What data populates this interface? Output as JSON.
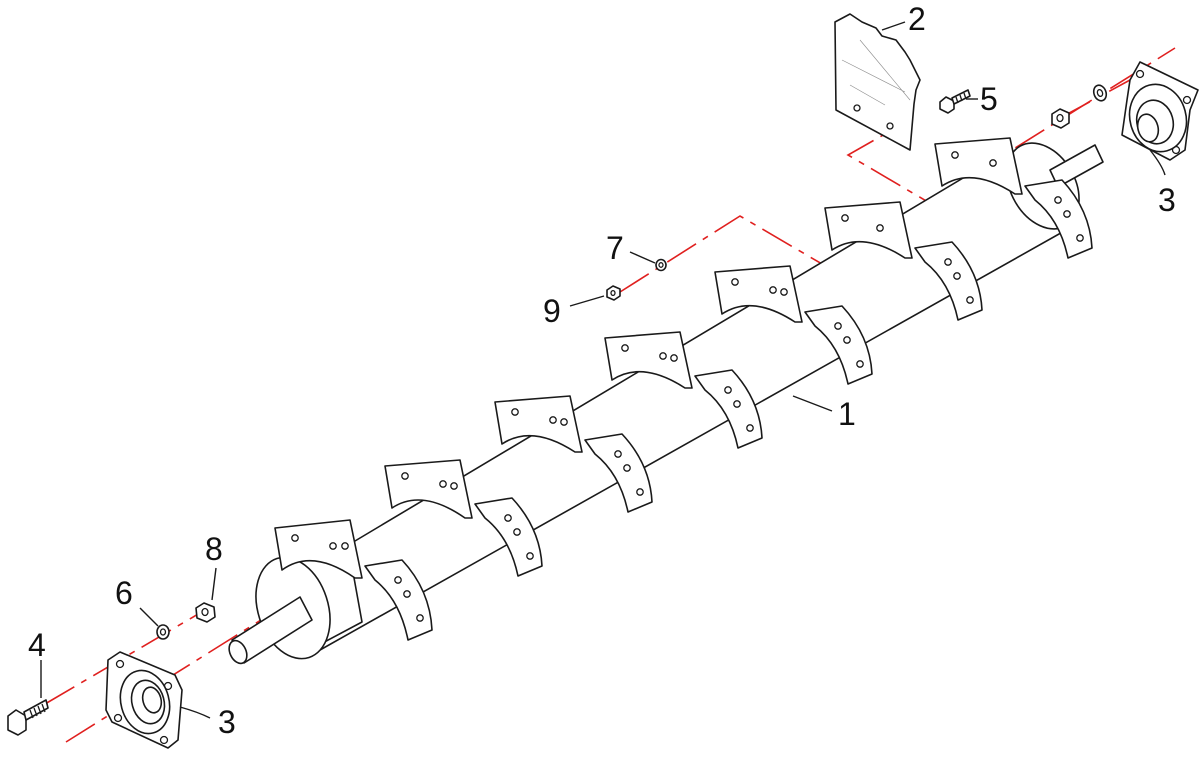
{
  "diagram": {
    "callouts": [
      "1",
      "2",
      "3",
      "3",
      "4",
      "5",
      "6",
      "7",
      "8",
      "9"
    ],
    "centerline_color": "#e0201f",
    "line_color": "#1a1a1a"
  }
}
